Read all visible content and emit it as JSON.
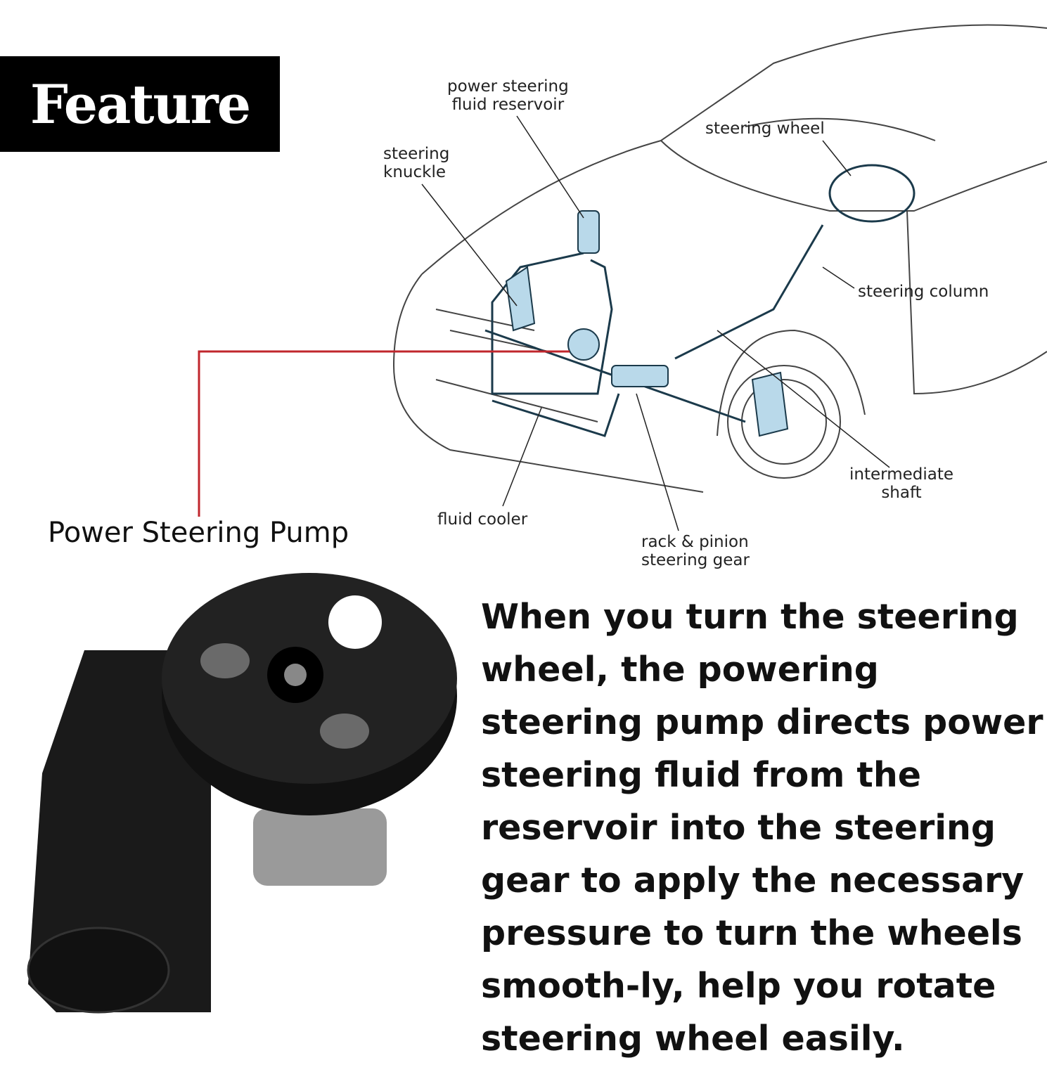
{
  "badge": {
    "title": "Feature"
  },
  "diagram": {
    "labels": {
      "reservoir": "power steering\nfluid reservoir",
      "knuckle": "steering\nknuckle",
      "wheel": "steering wheel",
      "column": "steering column",
      "intermediate": "intermediate\nshaft",
      "cooler": "fluid cooler",
      "rack": "rack & pinion\nsteering gear"
    },
    "pump_label": "Power Steering Pump",
    "highlight_color": "#c0262c"
  },
  "description": "When you turn the steering wheel, the powering steering pump directs power steering fluid from the reservoir into the steering gear to apply the necessary pressure to turn the wheels smooth-ly, help you rotate steering wheel easily."
}
